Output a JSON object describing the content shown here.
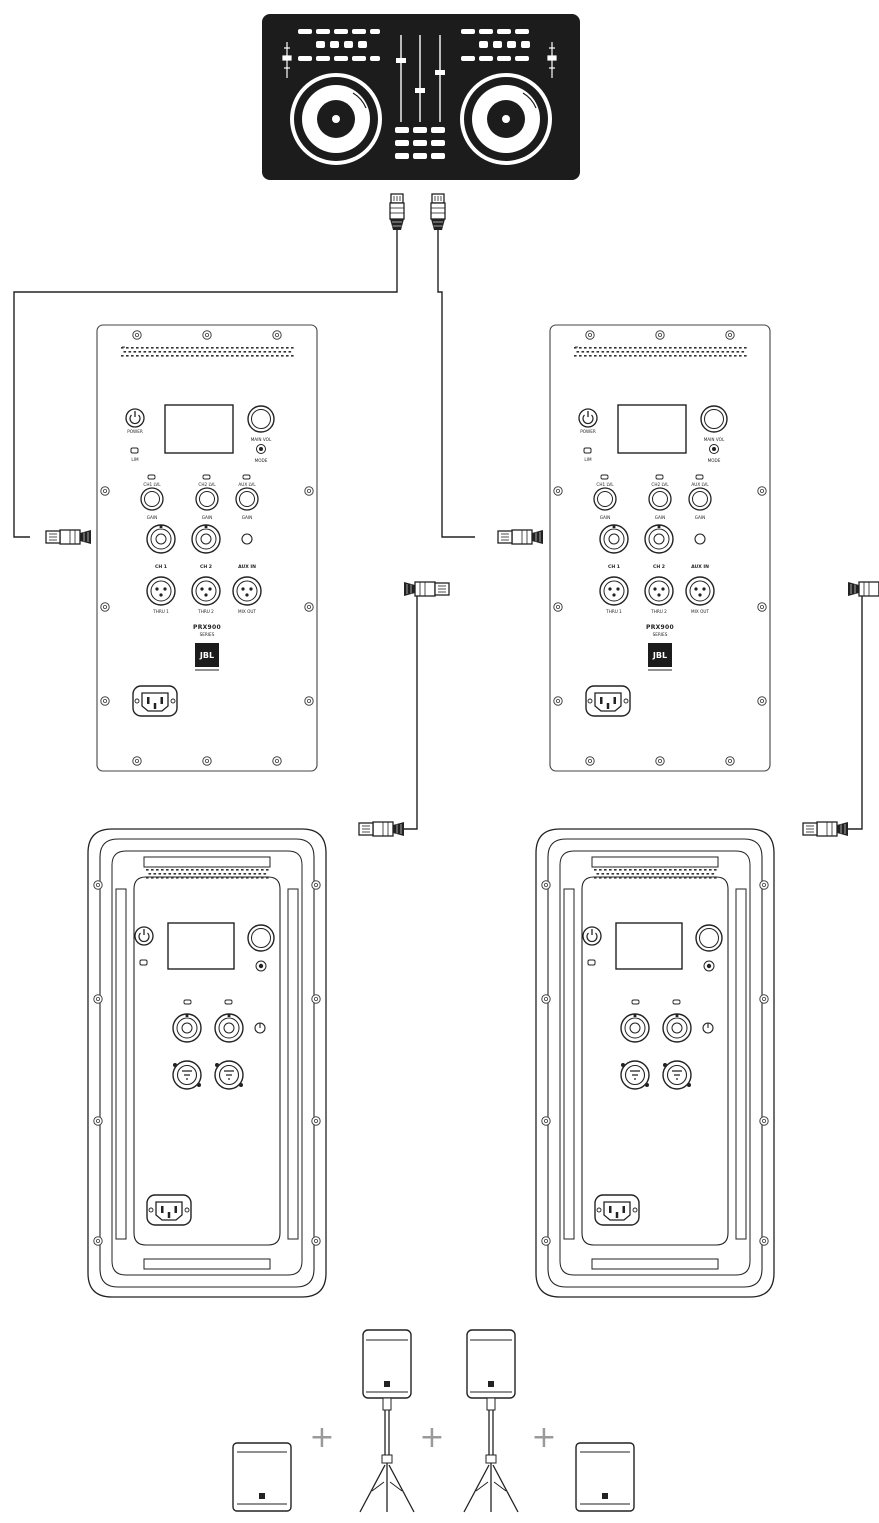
{
  "colors": {
    "line": "#222222",
    "controller": "#1c1c1c",
    "plus": "#9a9a9a"
  },
  "controller": {
    "icon": "dj-controller-icon"
  },
  "amp_panel": {
    "labels": {
      "power": "POWER",
      "lim": "LIM",
      "main_vol": "MAIN VOL",
      "mode": "MODE",
      "ch1_level": "CH1 LVL",
      "ch2_level": "CH2 LVL",
      "aux_level": "AUX LVL",
      "gain": "GAIN",
      "ch1": "CH 1",
      "ch2": "CH 2",
      "aux_in": "AUX IN",
      "thru1": "THRU 1",
      "thru2": "THRU 2",
      "mix_out": "MIX OUT",
      "brand": "PRX900",
      "brand_sub": "SERIES",
      "logo": "JBL"
    }
  },
  "combos": {
    "plus_sign": "+",
    "icons": [
      "subwoofer-icon",
      "speaker-on-stand-icon",
      "speaker-on-stand-icon",
      "subwoofer-icon"
    ]
  }
}
